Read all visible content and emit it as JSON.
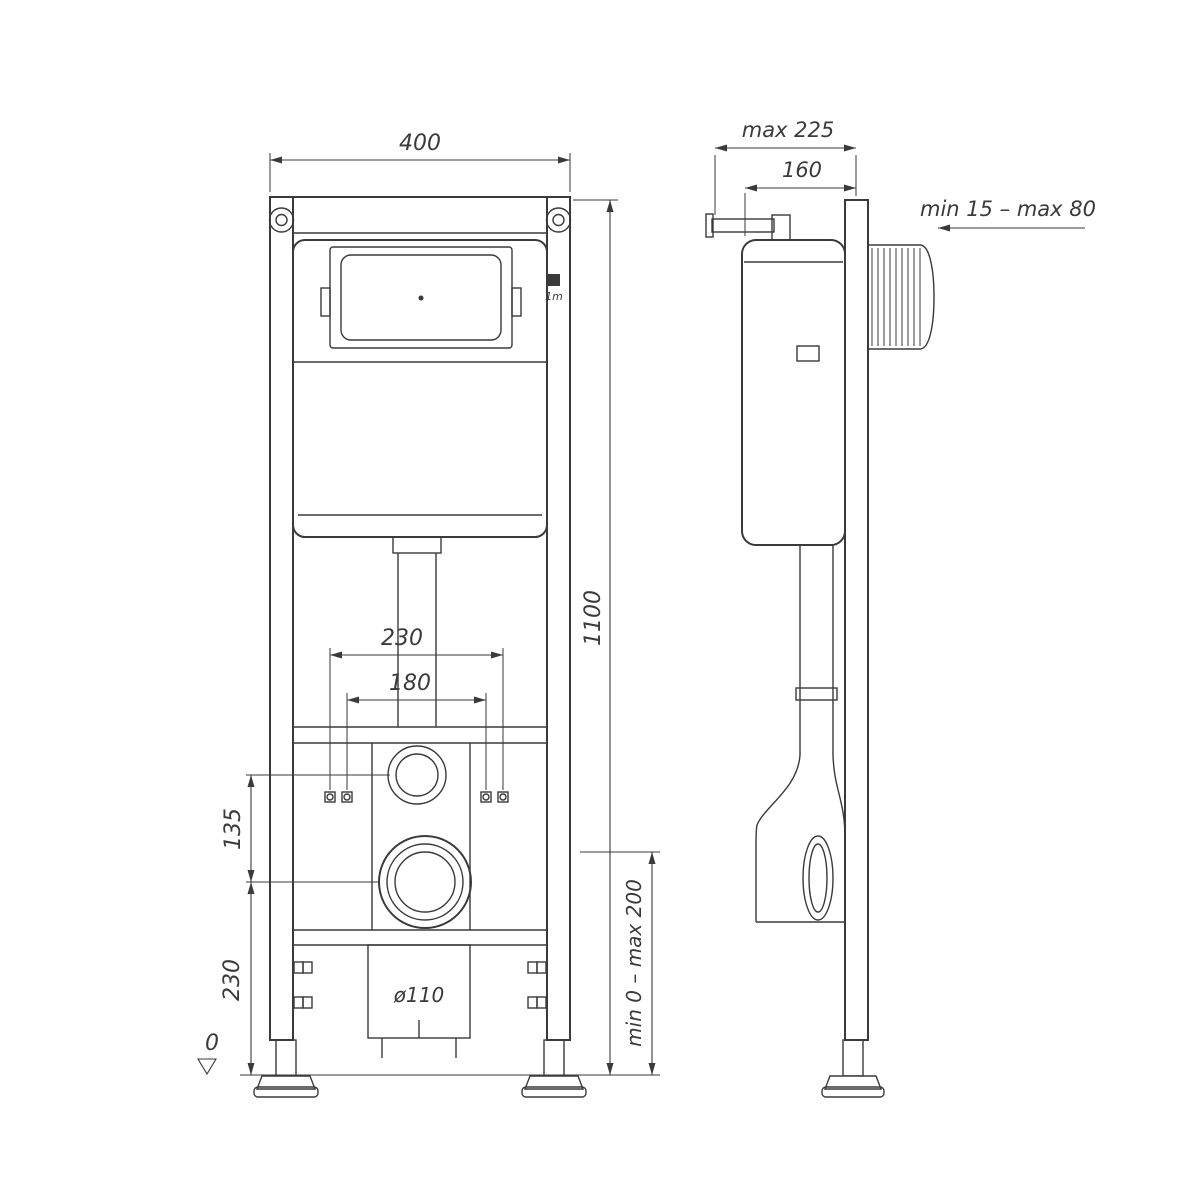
{
  "page": {
    "background": "#ffffff",
    "line_color": "#3a3a3a"
  },
  "front_view": {
    "width_mm": "400",
    "height_mm": "1100",
    "bolt_spacing_outer": "230",
    "bolt_spacing_inner": "180",
    "outlet_to_supply": "135",
    "outlet_height": "230",
    "datum": "0",
    "drain_diameter": "ø110",
    "outlet_adjust_range": "min 0 – max 200",
    "meter_mark": "1m"
  },
  "side_view": {
    "depth_max": "max 225",
    "frame_depth": "160",
    "stud_adjust_range": "min 15 – max 80"
  }
}
